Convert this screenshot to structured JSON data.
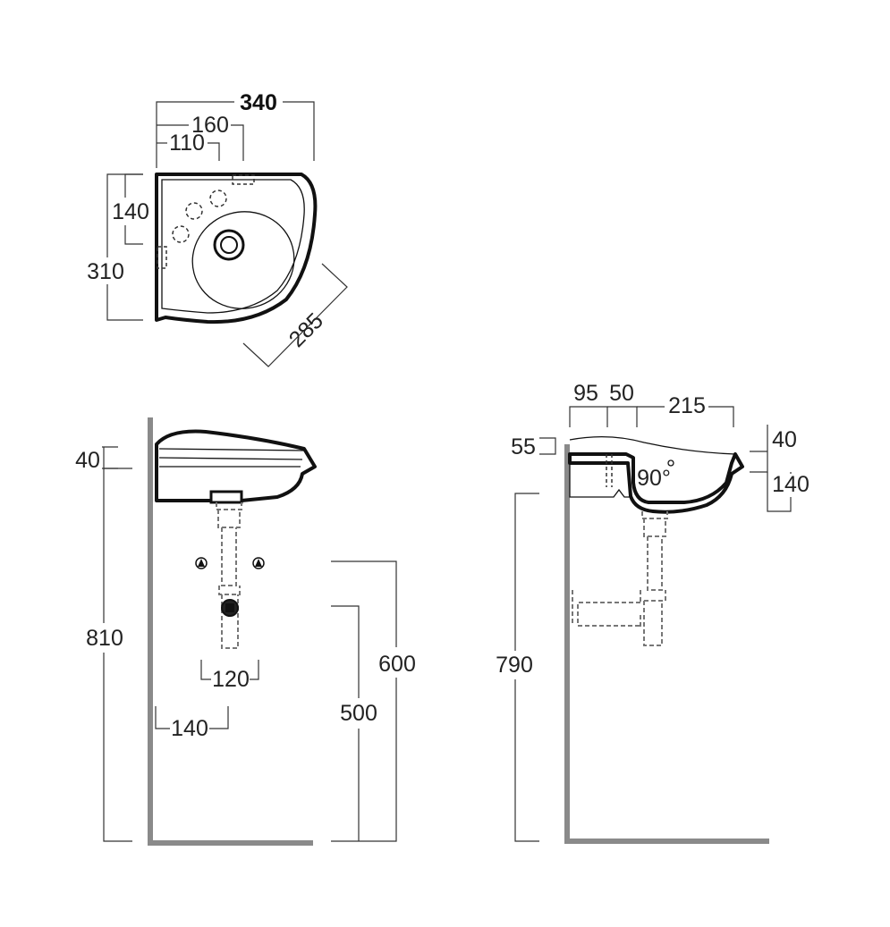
{
  "top_view": {
    "width": "340",
    "holes_offset_outer": "160",
    "holes_offset_inner": "110",
    "tap_offset": "140",
    "depth": "310",
    "diagonal": "285"
  },
  "front_view": {
    "rim_height": "40",
    "total_height": "810",
    "supply_600": "600",
    "waste_500": "500",
    "supply_spacing": "120",
    "waste_offset": "140"
  },
  "side_view": {
    "dim_95": "95",
    "dim_50": "50",
    "dim_215": "215",
    "dim_55": "55",
    "dim_40": "40",
    "dim_140": "140",
    "angle": "90°",
    "height": "790"
  },
  "colors": {
    "outline": "#111111",
    "wall": "#8a8a8a",
    "dimension": "#333333"
  }
}
